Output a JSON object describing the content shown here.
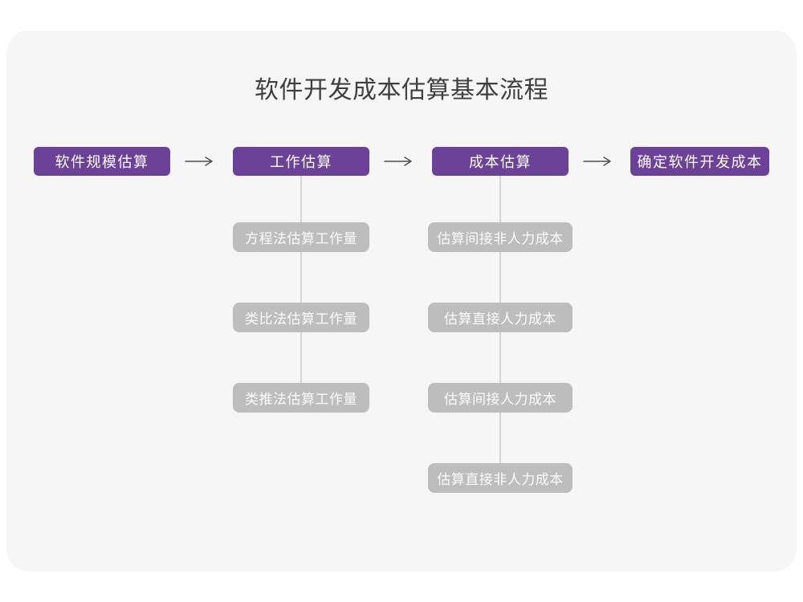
{
  "title": "软件开发成本估算基本流程",
  "colors": {
    "primary_node": "#6b4298",
    "sub_node": "#bdbdbd",
    "card_background": "#f6f6f7",
    "page_background": "#ffffff",
    "title_text": "#3f3f3f",
    "arrow": "#4d4d4d",
    "connector_line": "#d5d5d6"
  },
  "flow": {
    "steps": [
      {
        "label": "软件规模估算"
      },
      {
        "label": "工作估算"
      },
      {
        "label": "成本估算"
      },
      {
        "label": "确定软件开发成本"
      }
    ],
    "work_methods": [
      "方程法估算工作量",
      "类比法估算工作量",
      "类推法估算工作量"
    ],
    "cost_components": [
      "估算间接非人力成本",
      "估算直接人力成本",
      "估算间接人力成本",
      "估算直接非人力成本"
    ]
  }
}
